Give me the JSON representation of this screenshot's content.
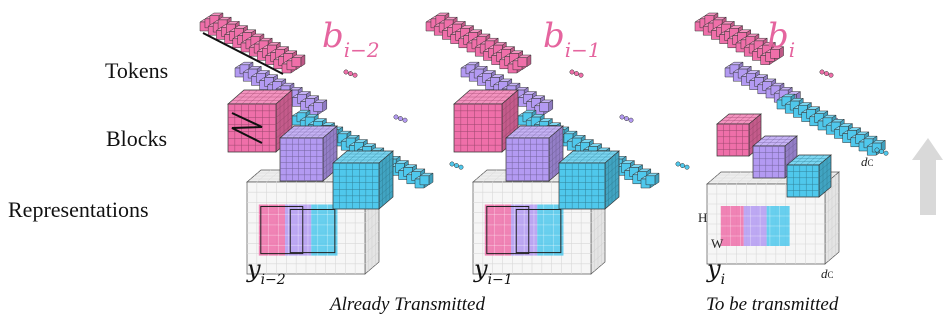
{
  "row_labels": {
    "tokens": "Tokens",
    "blocks": "Blocks",
    "representations": "Representations"
  },
  "captions": {
    "already": "Already Transmitted",
    "to_be": "To be transmitted"
  },
  "steps": [
    {
      "b_main": "b",
      "b_sub": "i−2",
      "y_main": "y",
      "y_sub": "i−2"
    },
    {
      "b_main": "b",
      "b_sub": "i−1",
      "y_main": "y",
      "y_sub": "i−1"
    },
    {
      "b_main": "b",
      "b_sub": "i",
      "y_main": "y",
      "y_sub": "i"
    }
  ],
  "dims": {
    "h": "H",
    "w": "W",
    "dc_main": "d",
    "dc_sub": "C"
  },
  "colors": {
    "pink": "#ef6fa9",
    "purple": "#b39af2",
    "cyan": "#4fc8ec",
    "grid": "#d8d8d8",
    "arrow": "#d9d9d9"
  }
}
